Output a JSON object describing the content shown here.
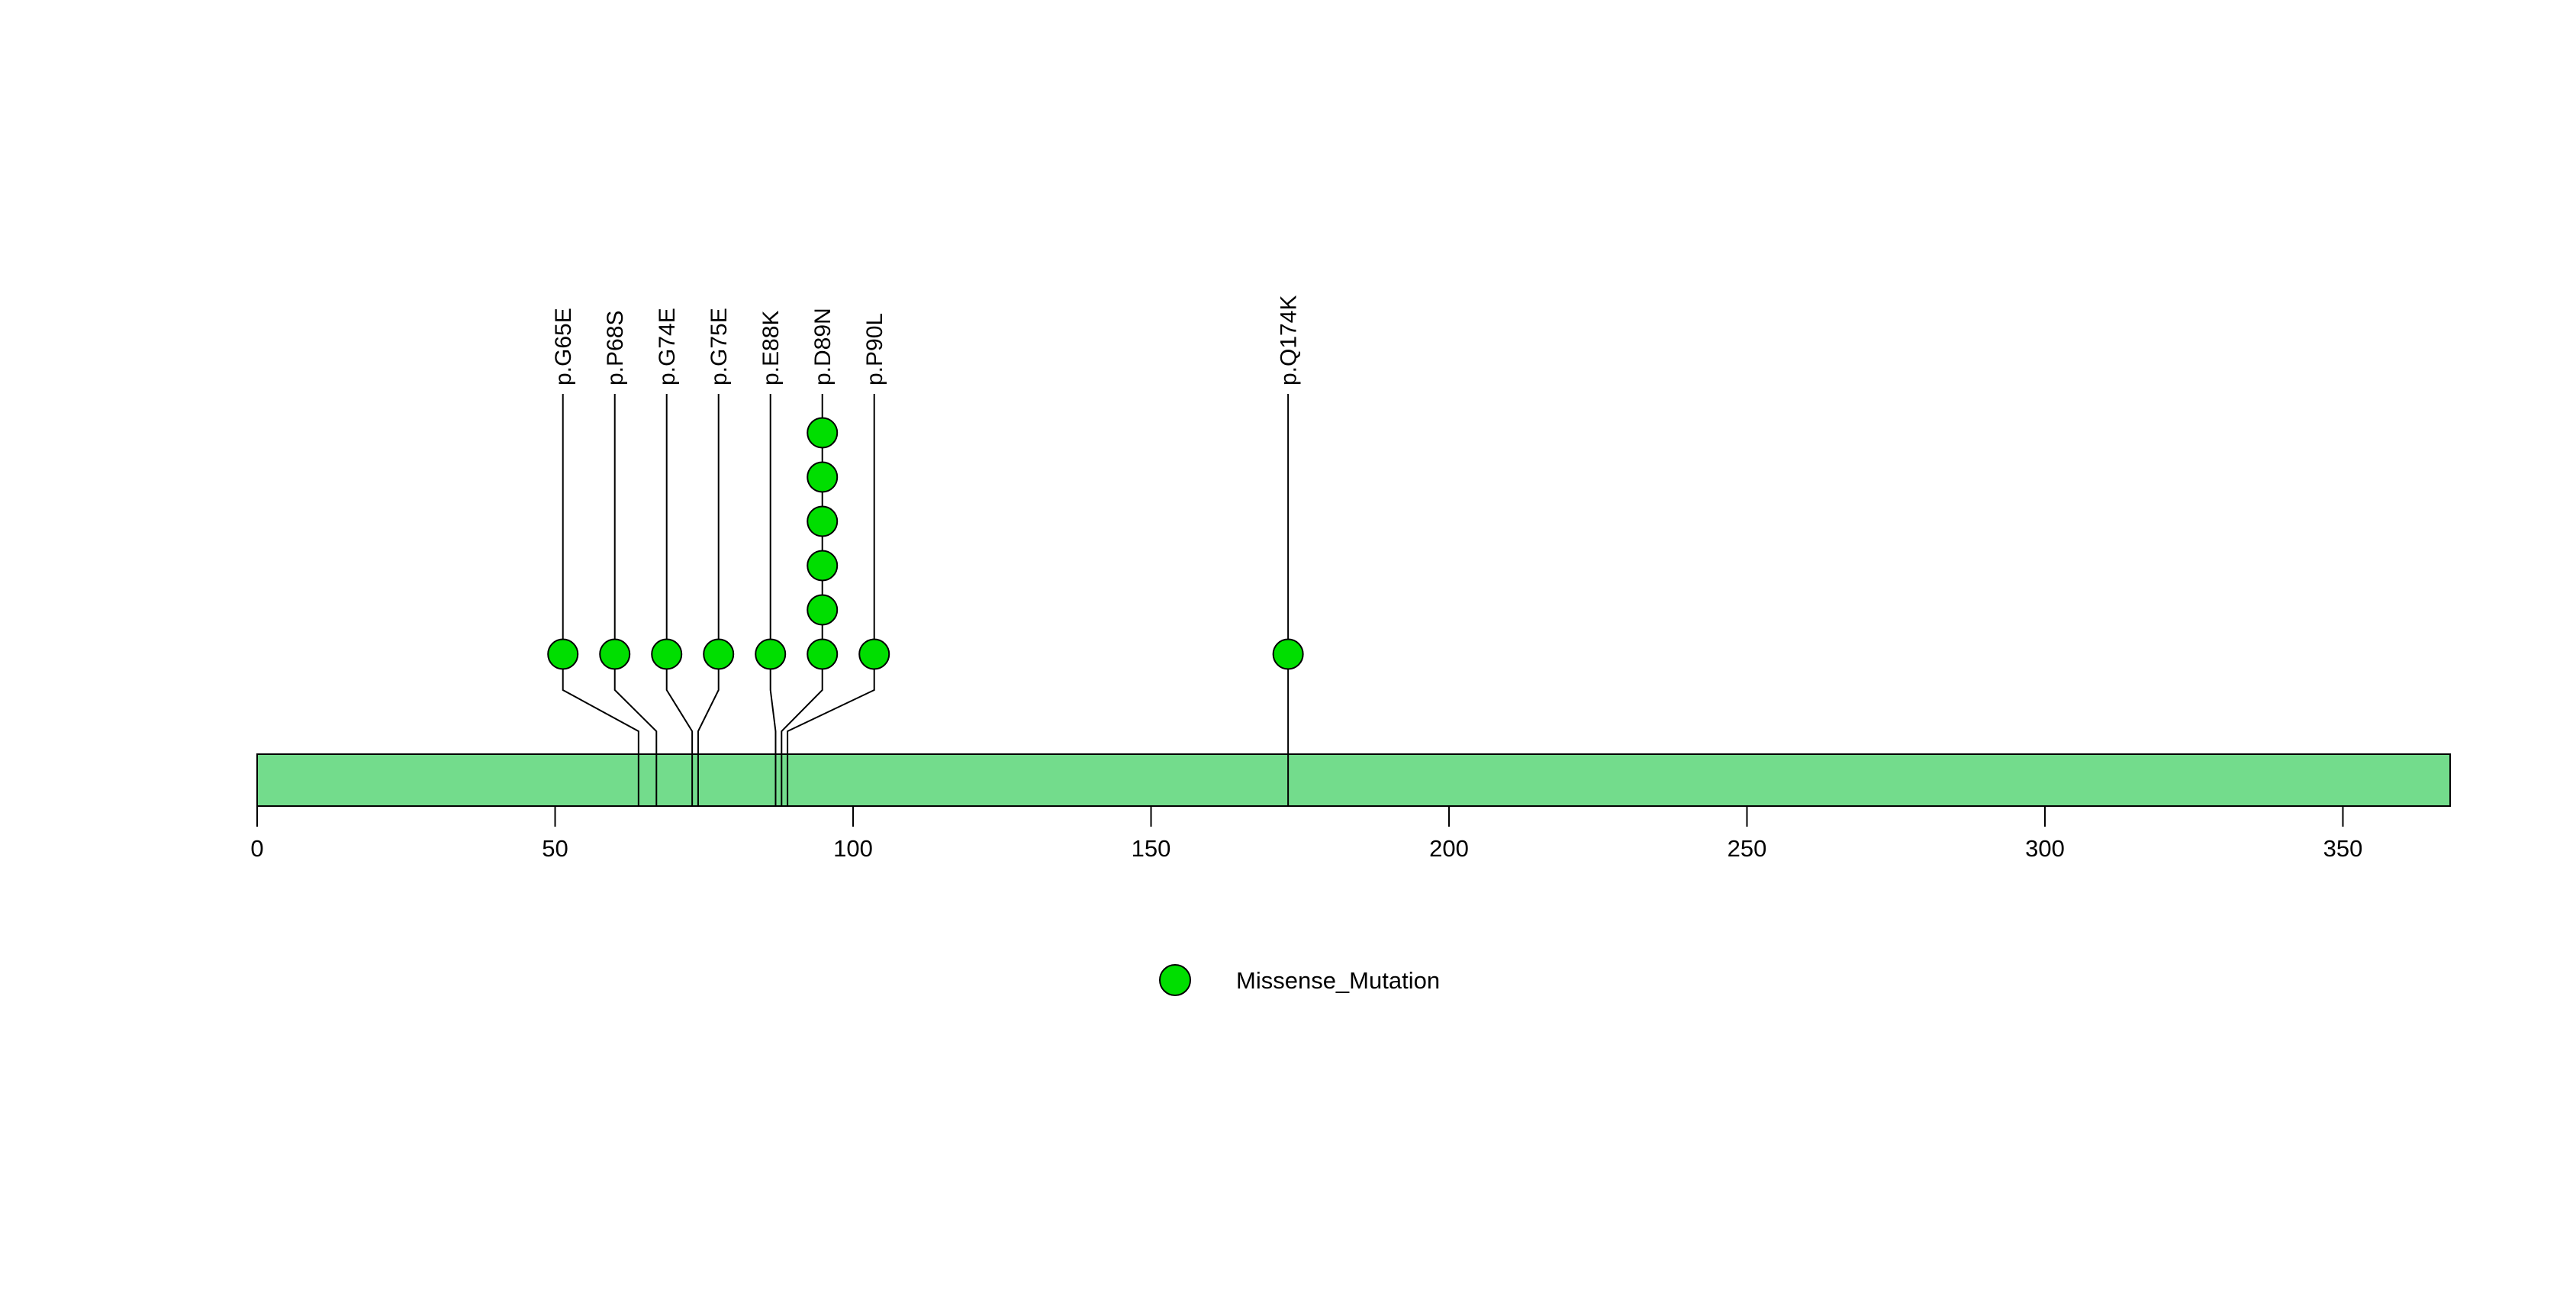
{
  "chart_data": {
    "type": "lollipop",
    "title": "",
    "xlabel": "",
    "ylabel": "",
    "protein_length_aa": 368,
    "xlim": [
      0,
      368
    ],
    "x_ticks": [
      {
        "value": 0,
        "label": "0"
      },
      {
        "value": 50,
        "label": "50"
      },
      {
        "value": 100,
        "label": "100"
      },
      {
        "value": 150,
        "label": "150"
      },
      {
        "value": 200,
        "label": "200"
      },
      {
        "value": 250,
        "label": "250"
      },
      {
        "value": 300,
        "label": "300"
      },
      {
        "value": 350,
        "label": "350"
      }
    ],
    "mutations": [
      {
        "label": "p.G65E",
        "position": 65,
        "count": 1,
        "mutation_type": "Missense_Mutation"
      },
      {
        "label": "p.P68S",
        "position": 68,
        "count": 1,
        "mutation_type": "Missense_Mutation"
      },
      {
        "label": "p.G74E",
        "position": 74,
        "count": 1,
        "mutation_type": "Missense_Mutation"
      },
      {
        "label": "p.G75E",
        "position": 75,
        "count": 1,
        "mutation_type": "Missense_Mutation"
      },
      {
        "label": "p.E88K",
        "position": 88,
        "count": 1,
        "mutation_type": "Missense_Mutation"
      },
      {
        "label": "p.D89N",
        "position": 89,
        "count": 6,
        "mutation_type": "Missense_Mutation"
      },
      {
        "label": "p.P90L",
        "position": 90,
        "count": 1,
        "mutation_type": "Missense_Mutation"
      },
      {
        "label": "p.Q174K",
        "position": 174,
        "count": 1,
        "mutation_type": "Missense_Mutation"
      }
    ],
    "legend": [
      {
        "label": "Missense_Mutation",
        "color": "#00DE00"
      }
    ],
    "colors": {
      "lollipop_fill": "#00DE00",
      "backbone_fill": "#73DC8C",
      "line": "#000000",
      "text": "#000000",
      "background": "#FFFFFF"
    },
    "legend_position": "bottom-center",
    "grid": "off"
  }
}
